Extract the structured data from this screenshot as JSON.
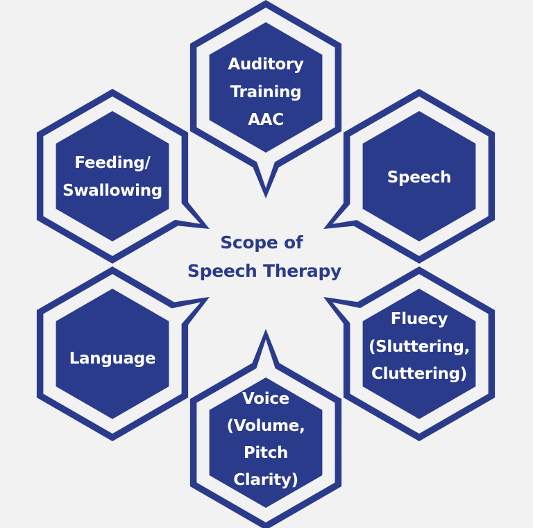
{
  "colors": {
    "background": "#f2f2f2",
    "primary": "#2b3b8c",
    "text_on_primary": "#ffffff"
  },
  "center": {
    "lines": [
      "Scope of",
      "Speech Therapy"
    ]
  },
  "nodes": [
    {
      "id": "auditory-training-aac",
      "lines": [
        "Auditory",
        "Training",
        "AAC"
      ]
    },
    {
      "id": "speech",
      "lines": [
        "Speech"
      ]
    },
    {
      "id": "fluency",
      "lines": [
        "Fluecy",
        "(Sluttering,",
        "Cluttering)"
      ]
    },
    {
      "id": "voice",
      "lines": [
        "Voice",
        "(Volume,",
        "Pitch",
        "Clarity)"
      ]
    },
    {
      "id": "language",
      "lines": [
        "Language"
      ]
    },
    {
      "id": "feeding-swallowing",
      "lines": [
        "Feeding/",
        "Swallowing"
      ]
    }
  ]
}
